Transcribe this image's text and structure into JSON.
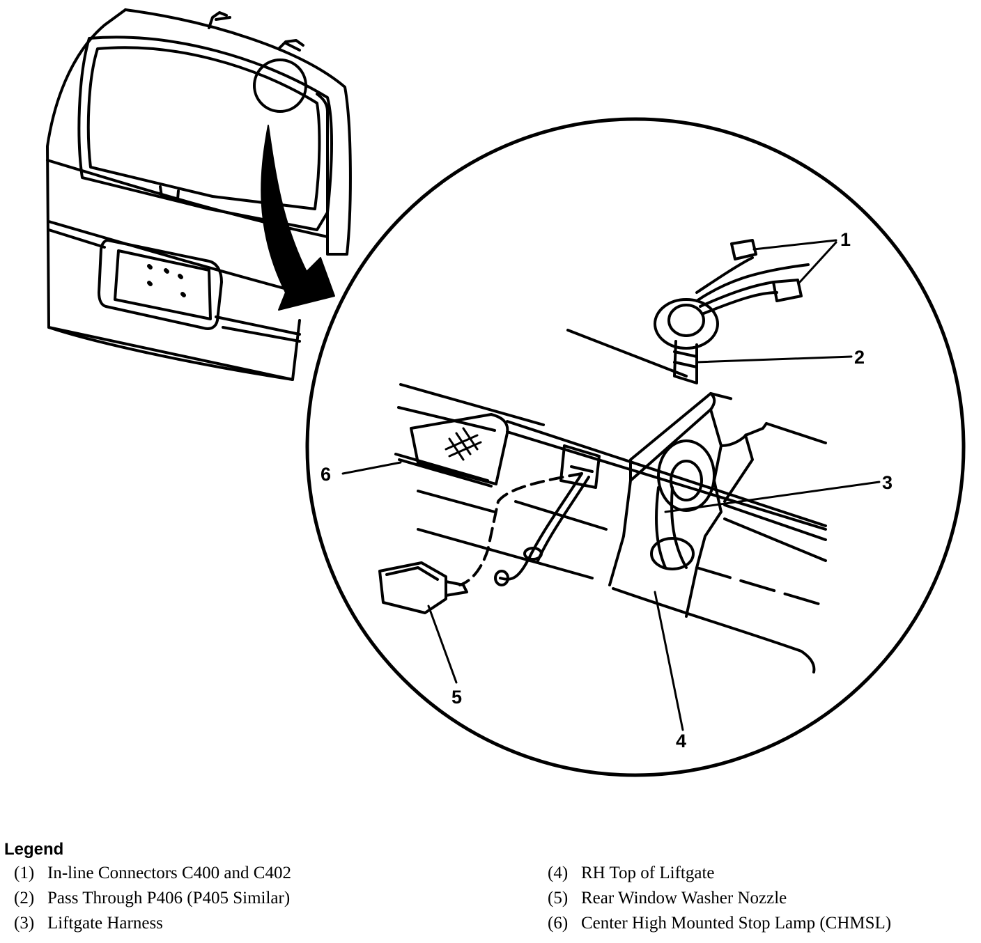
{
  "diagram": {
    "callouts": [
      "1",
      "2",
      "3",
      "4",
      "5",
      "6"
    ]
  },
  "legend": {
    "title": "Legend",
    "items": [
      {
        "num": "(1)",
        "text": "In-line Connectors C400 and C402"
      },
      {
        "num": "(2)",
        "text": "Pass Through P406 (P405 Similar)"
      },
      {
        "num": "(3)",
        "text": "Liftgate Harness"
      },
      {
        "num": "(4)",
        "text": "RH Top of Liftgate"
      },
      {
        "num": "(5)",
        "text": "Rear Window Washer Nozzle"
      },
      {
        "num": "(6)",
        "text": "Center High Mounted Stop Lamp (CHMSL)"
      }
    ]
  }
}
